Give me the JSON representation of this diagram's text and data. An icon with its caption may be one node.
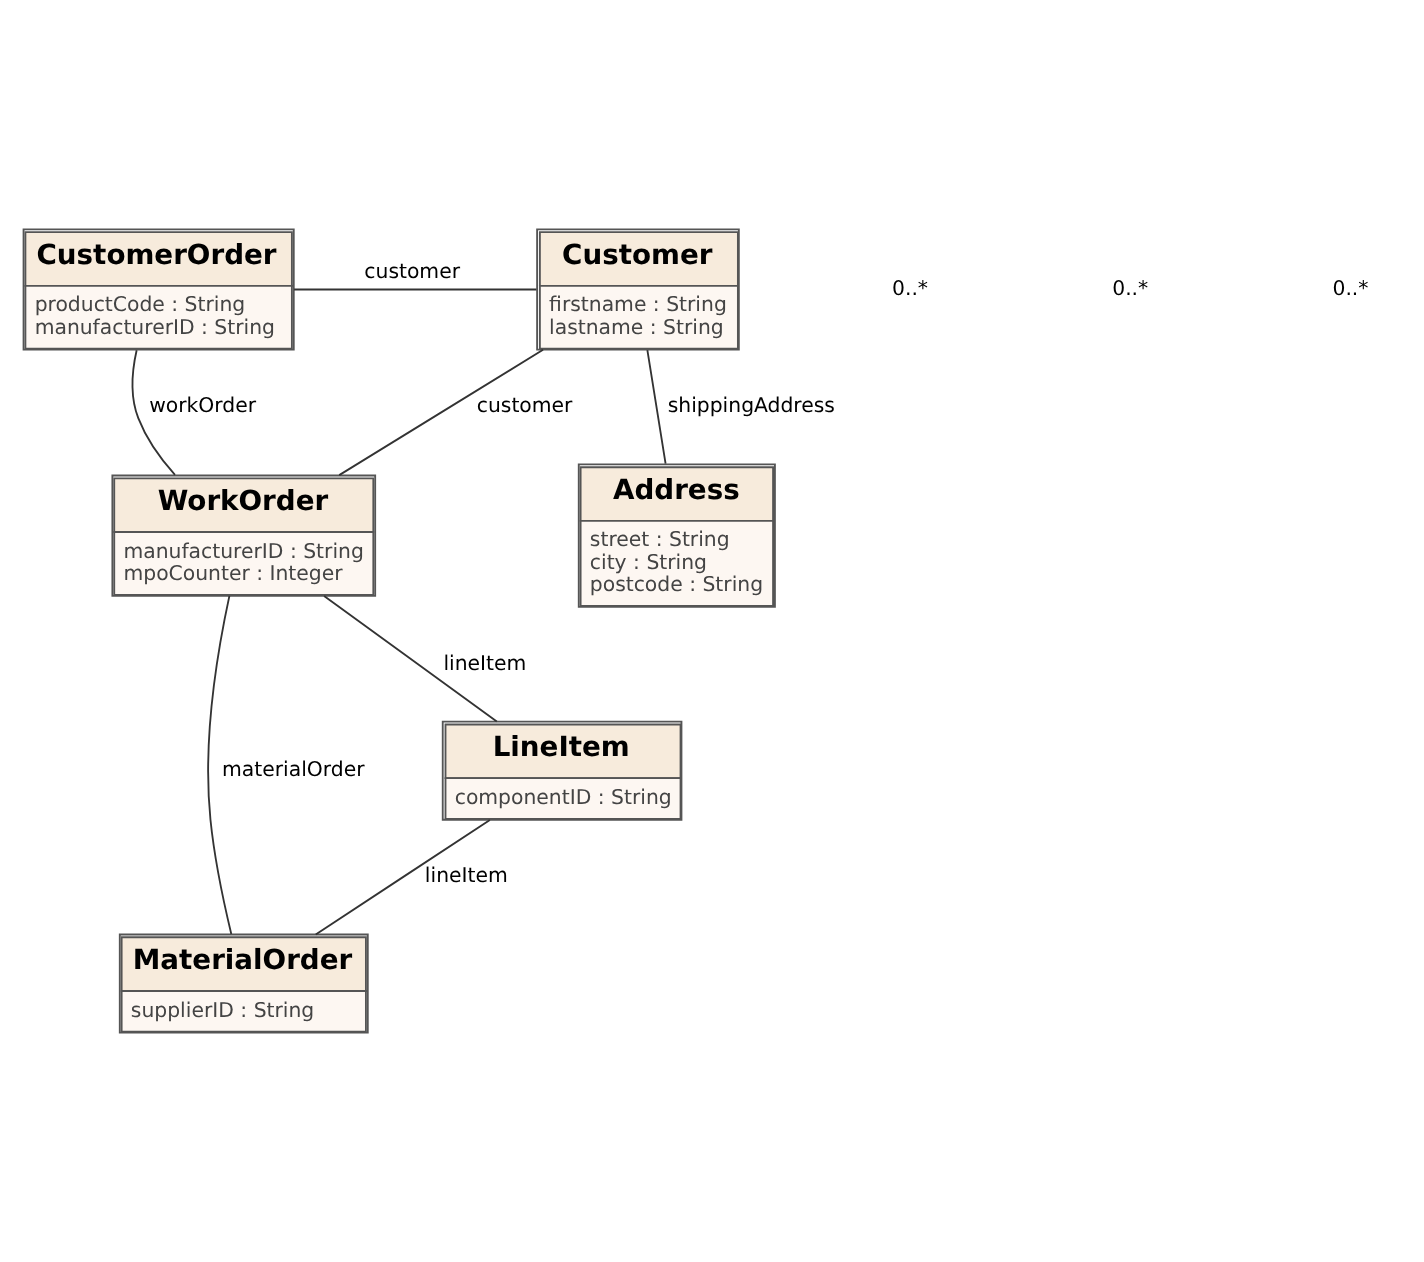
{
  "diagram": {
    "nodes": [
      {
        "text": [
          "CustomerOrder",
          "productCode : String",
          "manufacturerID : String"
        ]
      },
      {
        "text": [
          "Customer",
          "firstname : String",
          "lastname : String"
        ]
      },
      {
        "text": [
          "Address",
          "street : String",
          "city : String",
          "postcode : String"
        ]
      },
      {
        "text": [
          "WorkOrder",
          "manufacturerID : String",
          "mpoCounter : Integer"
        ]
      },
      {
        "text": [
          "MaterialOrder",
          "supplierID : String"
        ]
      },
      {
        "text": [
          "LineItem",
          "componentID : String"
        ]
      }
    ],
    "edges": [
      {
        "from": 0,
        "to": 1,
        "arrow": "none",
        "label": "customer"
      },
      {
        "from": 0,
        "to": 3,
        "arrow": "none",
        "label": "workOrder"
      },
      {
        "from": 3,
        "to": 1,
        "arrow": "none",
        "label": "customer"
      },
      {
        "from": 1,
        "to": 2,
        "arrow": "none",
        "label": "shippingAddress"
      },
      {
        "from": 3,
        "to": 4,
        "arrow": "none",
        "label": "materialOrder"
      },
      {
        "from": 3,
        "to": 5,
        "arrow": "none",
        "label": "lineItem"
      },
      {
        "from": 5,
        "to": 4,
        "arrow": "none",
        "label": "lineItem"
      }
    ],
    "labels": [
      "0..*",
      "0..*",
      "0..*"
    ]
  }
}
